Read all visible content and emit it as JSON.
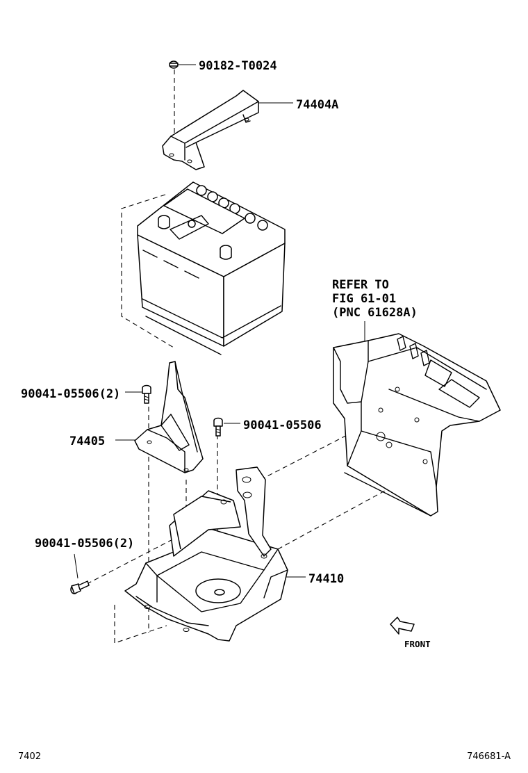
{
  "parts": {
    "nut_top": "90182-T0024",
    "clamp": "74404A",
    "refer": {
      "line1": "REFER TO",
      "line2": "FIG 61-01",
      "line3": "(PNC 61628A)"
    },
    "bolt_left_upper": "90041-05506(2)",
    "bolt_center": "90041-05506",
    "bracket": "74405",
    "bolt_left_lower": "90041-05506(2)",
    "tray": "74410"
  },
  "front_label": "FRONT",
  "footer": {
    "left": "7402",
    "right": "746681-A"
  }
}
